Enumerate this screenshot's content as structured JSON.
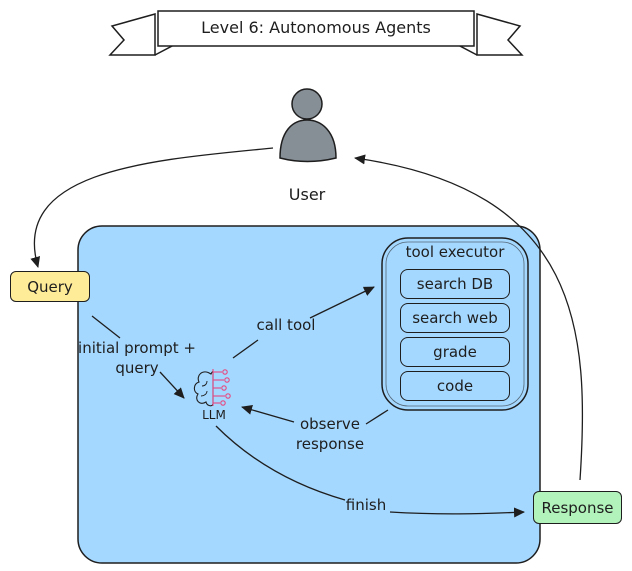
{
  "banner": {
    "title": "Level 6: Autonomous Agents"
  },
  "user": {
    "label": "User"
  },
  "query": {
    "label": "Query"
  },
  "response": {
    "label": "Response"
  },
  "llm": {
    "label": "LLM"
  },
  "tool_executor": {
    "title": "tool executor",
    "tools": [
      "search DB",
      "search web",
      "grade",
      "code"
    ]
  },
  "edges": {
    "initial_prompt_line1": "initial prompt +",
    "initial_prompt_line2": "query",
    "call_tool": "call tool",
    "observe_line1": "observe",
    "observe_line2": "response",
    "finish": "finish"
  },
  "colors": {
    "agent_area": "#a5d8ff",
    "query_fill": "#ffec99",
    "response_fill": "#b2f2bb",
    "user_fill": "#868e96",
    "llm_accent": "#e64980"
  }
}
